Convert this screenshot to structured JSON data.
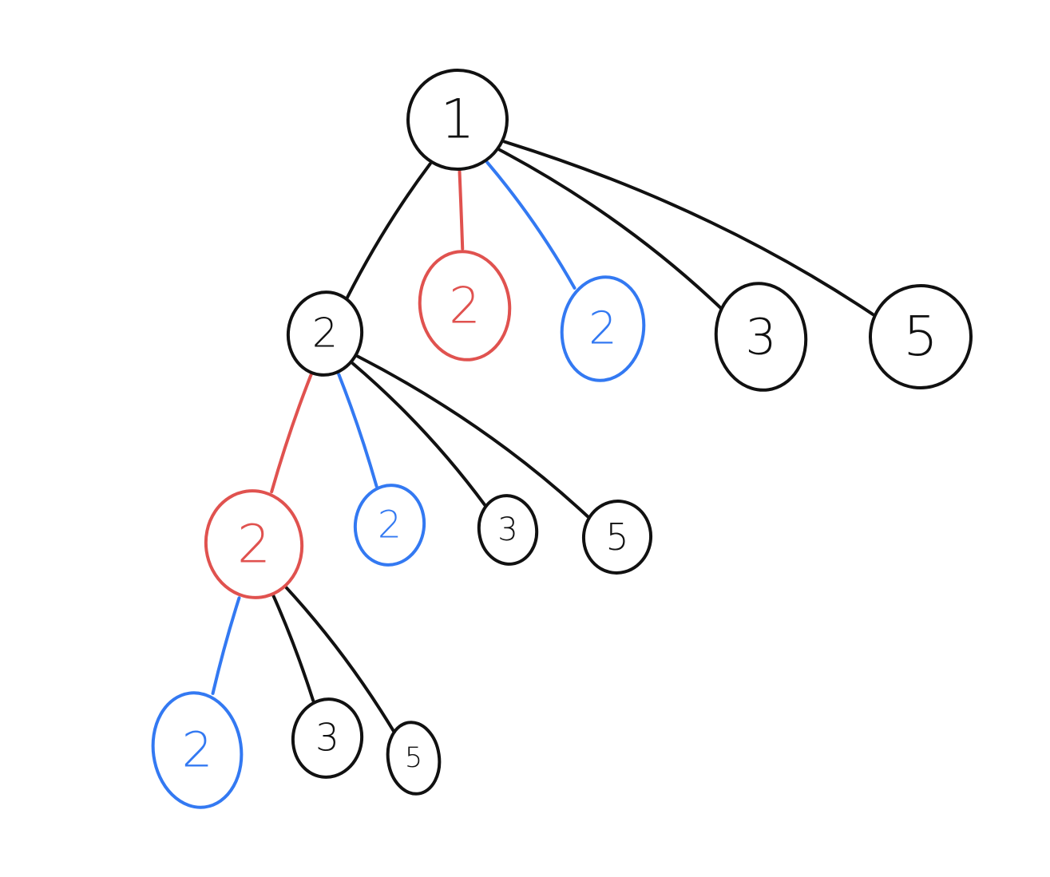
{
  "colors": {
    "black": "#111111",
    "red": "#e0524f",
    "blue": "#3379f2"
  },
  "nodes": [
    {
      "id": "n1",
      "label": "1",
      "color": "black",
      "parent": null
    },
    {
      "id": "n2",
      "label": "2",
      "color": "black",
      "parent": "n1"
    },
    {
      "id": "n3",
      "label": "2",
      "color": "red",
      "parent": "n1"
    },
    {
      "id": "n4",
      "label": "2",
      "color": "blue",
      "parent": "n1"
    },
    {
      "id": "n5",
      "label": "3",
      "color": "black",
      "parent": "n1"
    },
    {
      "id": "n6",
      "label": "5",
      "color": "black",
      "parent": "n1"
    },
    {
      "id": "n7",
      "label": "2",
      "color": "red",
      "parent": "n2"
    },
    {
      "id": "n8",
      "label": "2",
      "color": "blue",
      "parent": "n2"
    },
    {
      "id": "n9",
      "label": "3",
      "color": "black",
      "parent": "n2"
    },
    {
      "id": "n10",
      "label": "5",
      "color": "black",
      "parent": "n2"
    },
    {
      "id": "n11",
      "label": "2",
      "color": "blue",
      "parent": "n7"
    },
    {
      "id": "n12",
      "label": "3",
      "color": "black",
      "parent": "n7"
    },
    {
      "id": "n13",
      "label": "5",
      "color": "black",
      "parent": "n7"
    }
  ]
}
